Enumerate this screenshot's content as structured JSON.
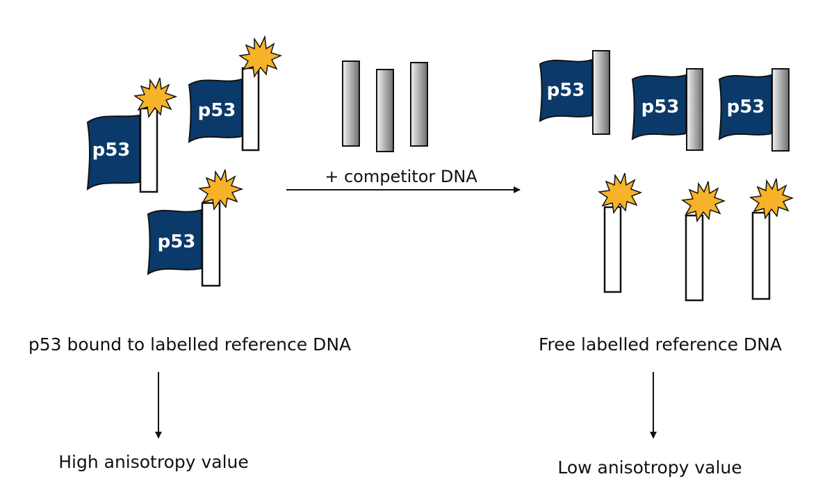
{
  "protein_label": "p53",
  "reaction_arrow_label": "+  competitor  DNA",
  "left_caption": "p53 bound to labelled reference DNA",
  "right_caption": "Free labelled reference DNA",
  "left_result": "High anisotropy value",
  "right_result": "Low anisotropy value",
  "colors": {
    "protein_fill": "#0b3a6a",
    "fluorophore_fill": "#f6b228",
    "outline": "#111111",
    "competitor_gradient_light": "#f2f2f2",
    "competitor_gradient_dark": "#6e6e6e"
  }
}
